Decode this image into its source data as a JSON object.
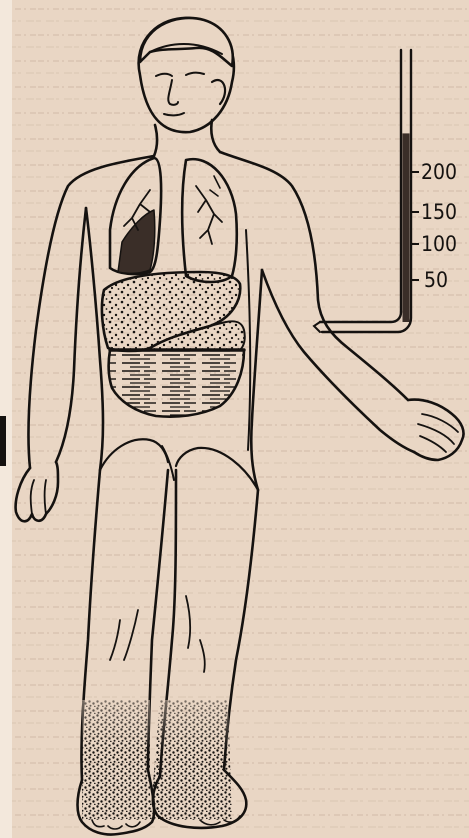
{
  "figure": {
    "background_color": "#e9d6c4",
    "ink_color": "#151210",
    "dark_tissue_color": "#3a2e28",
    "manometer": {
      "scale_labels": [
        "200",
        "150",
        "100",
        "50"
      ],
      "fill_level": 0.72
    }
  }
}
